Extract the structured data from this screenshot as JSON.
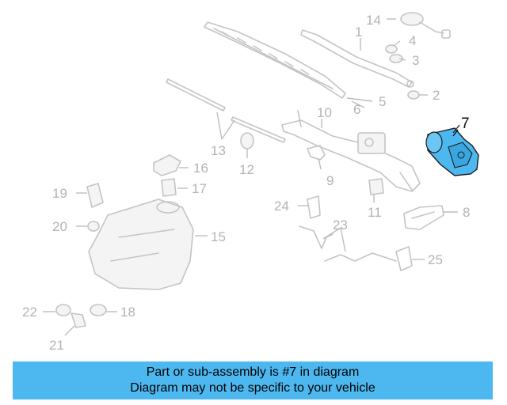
{
  "diagram": {
    "callouts": [
      {
        "id": "p1",
        "text": "1"
      },
      {
        "id": "p2",
        "text": "2"
      },
      {
        "id": "p3",
        "text": "3"
      },
      {
        "id": "p4",
        "text": "4"
      },
      {
        "id": "p5",
        "text": "5"
      },
      {
        "id": "p6",
        "text": "6"
      },
      {
        "id": "p7",
        "text": "7"
      },
      {
        "id": "p8",
        "text": "8"
      },
      {
        "id": "p9",
        "text": "9"
      },
      {
        "id": "p10",
        "text": "10"
      },
      {
        "id": "p11",
        "text": "11"
      },
      {
        "id": "p12",
        "text": "12"
      },
      {
        "id": "p13",
        "text": "13"
      },
      {
        "id": "p14",
        "text": "14"
      },
      {
        "id": "p15",
        "text": "15"
      },
      {
        "id": "p16",
        "text": "16"
      },
      {
        "id": "p17",
        "text": "17"
      },
      {
        "id": "p18",
        "text": "18"
      },
      {
        "id": "p19",
        "text": "19"
      },
      {
        "id": "p20",
        "text": "20"
      },
      {
        "id": "p21",
        "text": "21"
      },
      {
        "id": "p22",
        "text": "22"
      },
      {
        "id": "p23",
        "text": "23"
      },
      {
        "id": "p24",
        "text": "24"
      },
      {
        "id": "p25",
        "text": "25"
      }
    ],
    "highlighted_part": "7",
    "colors": {
      "highlight": "#4db8f0",
      "outline": "#c4c4c4",
      "banner": "#4db8f0"
    }
  },
  "banner": {
    "line1": "Part or sub-assembly is #7 in diagram",
    "line2": "Diagram may not be specific to your vehicle"
  }
}
